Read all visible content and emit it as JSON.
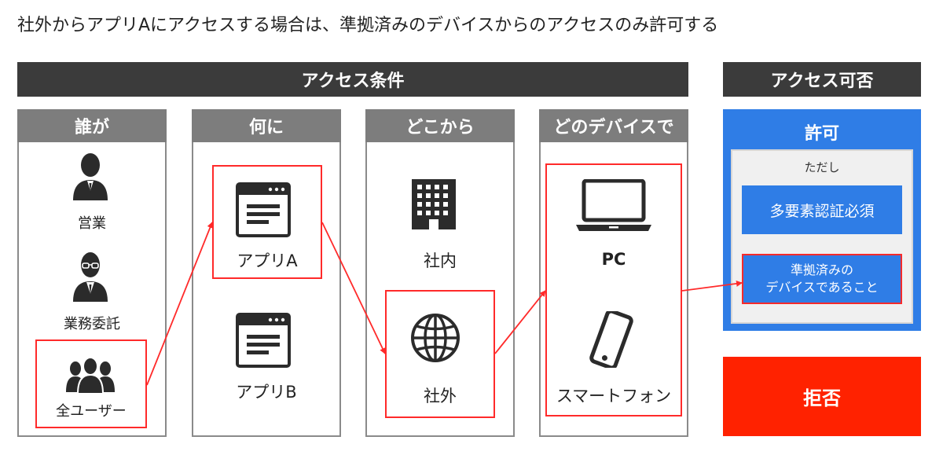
{
  "title": "社外からアプリAにアクセスする場合は、準拠済みのデバイスからのアクセスのみ許可する",
  "conditions_header": "アクセス条件",
  "result_header": "アクセス可否",
  "columns": {
    "who": {
      "header": "誰が",
      "items": [
        "営業",
        "業務委託",
        "全ユーザー"
      ]
    },
    "what": {
      "header": "何に",
      "items": [
        "アプリA",
        "アプリB"
      ]
    },
    "where": {
      "header": "どこから",
      "items": [
        "社内",
        "社外"
      ]
    },
    "device": {
      "header": "どのデバイスで",
      "items": [
        "PC",
        "スマートフォン"
      ]
    }
  },
  "allow": {
    "title": "許可",
    "note": "ただし",
    "req1": "多要素認証必須",
    "req2_line1": "準拠済みの",
    "req2_line2": "デバイスであること"
  },
  "deny": {
    "title": "拒否"
  },
  "colors": {
    "highlight": "#ff2a2a",
    "allow": "#2f7de6",
    "deny": "#ff2200",
    "dark_bar": "#3b3b3b",
    "gray_bar": "#7d7d7d"
  },
  "icons": [
    "person-icon",
    "person-glasses-icon",
    "group-icon",
    "app-window-icon",
    "building-icon",
    "globe-icon",
    "laptop-icon",
    "smartphone-icon"
  ]
}
